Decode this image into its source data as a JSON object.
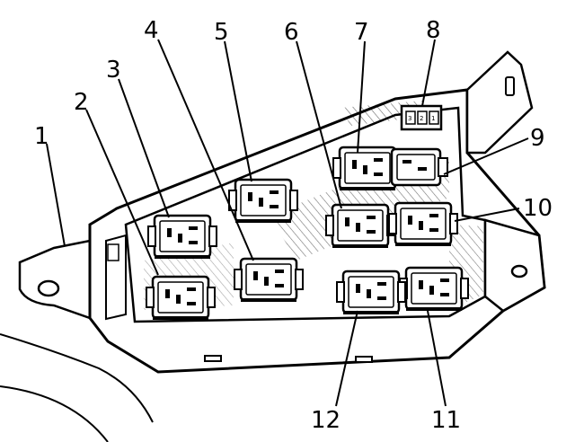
{
  "diagram": {
    "callouts": [
      {
        "id": "1",
        "label": "1"
      },
      {
        "id": "2",
        "label": "2"
      },
      {
        "id": "3",
        "label": "3"
      },
      {
        "id": "4",
        "label": "4"
      },
      {
        "id": "5",
        "label": "5"
      },
      {
        "id": "6",
        "label": "6"
      },
      {
        "id": "7",
        "label": "7"
      },
      {
        "id": "8",
        "label": "8"
      },
      {
        "id": "9",
        "label": "9"
      },
      {
        "id": "10",
        "label": "10"
      },
      {
        "id": "11",
        "label": "11"
      },
      {
        "id": "12",
        "label": "12"
      }
    ],
    "connector_pins": [
      "3",
      "2",
      "1"
    ]
  },
  "colors": {
    "line": "#000000",
    "background": "#ffffff",
    "hatch": "#000000"
  }
}
